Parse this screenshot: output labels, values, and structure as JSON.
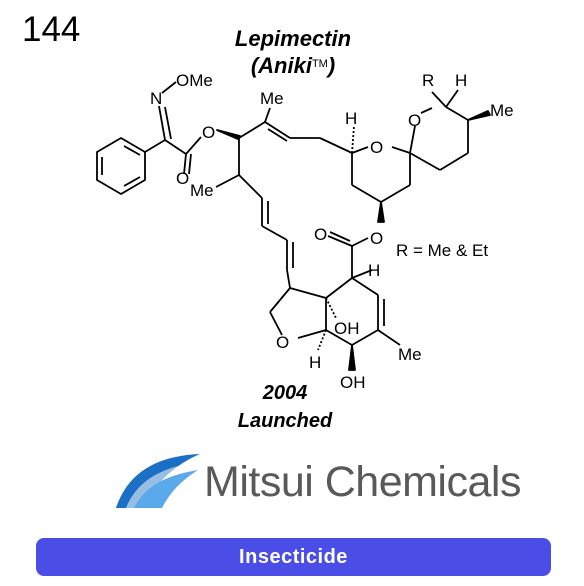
{
  "card": {
    "number": "144",
    "name": "Lepimectin",
    "brand_prefix": "(Aniki",
    "brand_tm": "TM",
    "brand_suffix": ")",
    "year": "2004",
    "status": "Launched",
    "company": "Mitsui Chemicals",
    "category": "Insecticide",
    "banner_color": "#4a4ee6"
  },
  "structure_labels": {
    "n": "N",
    "ome": "OMe",
    "me": "Me",
    "o": "O",
    "h": "H",
    "r": "R",
    "oh": "OH",
    "r_def": "R = Me & Et"
  }
}
